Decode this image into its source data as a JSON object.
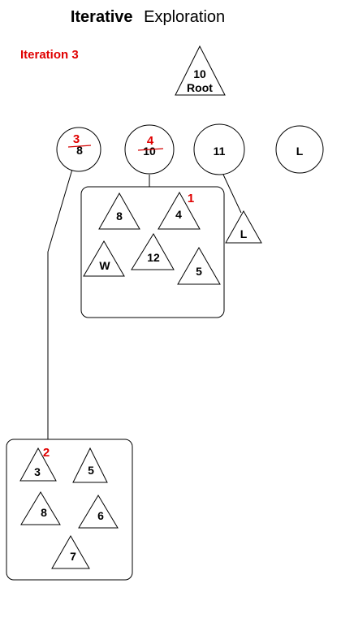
{
  "title": {
    "bold": "Iterative",
    "normal": "Exploration"
  },
  "iteration_label": "Iteration 3",
  "root": {
    "value": "10",
    "label": "Root"
  },
  "circles": [
    {
      "value": "8",
      "annotation": "3",
      "struck": true
    },
    {
      "value": "10",
      "annotation": "4",
      "struck": true
    },
    {
      "value": "11"
    },
    {
      "value": "L"
    }
  ],
  "leaf_L": "L",
  "box1": {
    "marker": "1",
    "triangles": [
      "8",
      "4",
      "W",
      "12",
      "5"
    ]
  },
  "box2": {
    "marker": "2",
    "triangles": [
      "3",
      "5",
      "8",
      "6",
      "7"
    ]
  },
  "colors": {
    "accent": "#e00000",
    "stroke": "#000000"
  }
}
